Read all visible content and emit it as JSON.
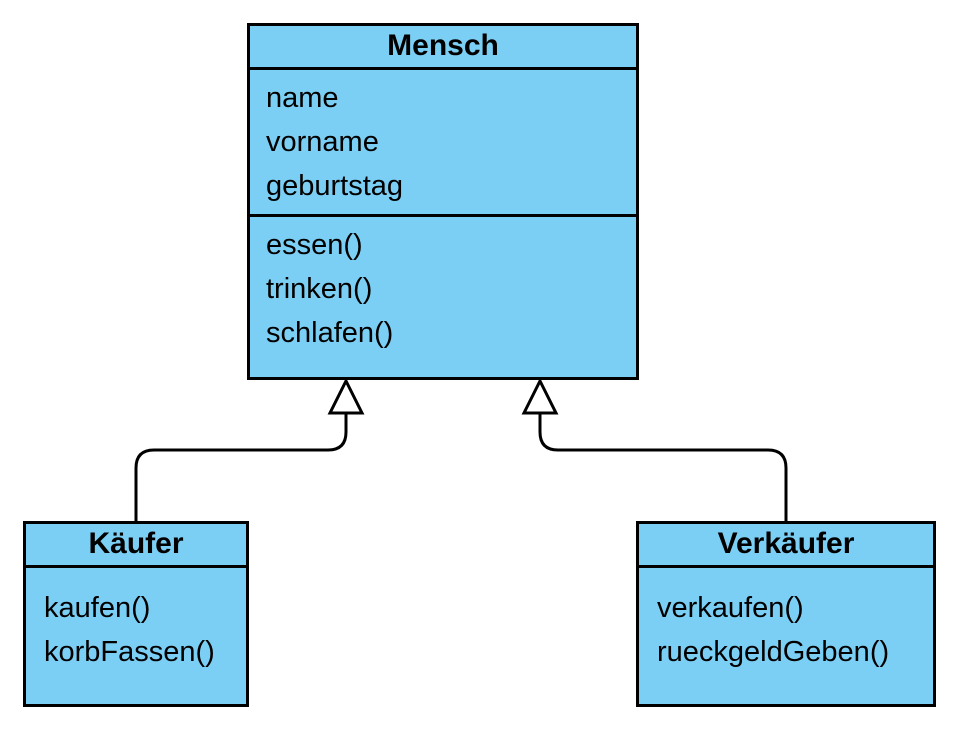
{
  "diagram": {
    "type": "uml-class-diagram",
    "colors": {
      "class_fill": "#7ccff4",
      "line": "#000000",
      "background": "#ffffff"
    },
    "classes": [
      {
        "id": "mensch",
        "name": "Mensch",
        "attributes": [
          "name",
          "vorname",
          "geburtstag"
        ],
        "methods": [
          "essen()",
          "trinken()",
          "schlafen()"
        ]
      },
      {
        "id": "kaeufer",
        "name": "Käufer",
        "attributes": [],
        "methods": [
          "kaufen()",
          "korbFassen()"
        ]
      },
      {
        "id": "verkaeufer",
        "name": "Verkäufer",
        "attributes": [],
        "methods": [
          "verkaufen()",
          "rueckgeldGeben()"
        ]
      }
    ],
    "relations": [
      {
        "type": "generalization",
        "from": "Käufer",
        "to": "Mensch"
      },
      {
        "type": "generalization",
        "from": "Verkäufer",
        "to": "Mensch"
      }
    ]
  }
}
